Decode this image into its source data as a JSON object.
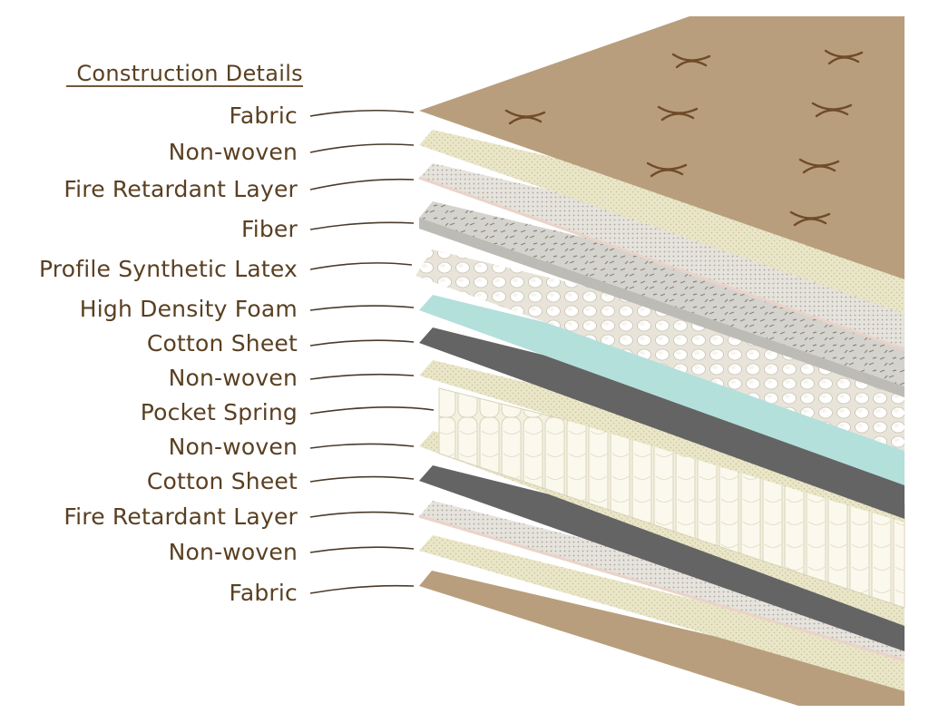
{
  "title": "Construction Details",
  "labels": [
    "Fabric",
    "Non-woven",
    "Fire Retardant Layer",
    "Fiber",
    "Profile Synthetic Latex",
    "High Density Foam",
    "Cotton Sheet",
    "Non-woven",
    "Pocket Spring",
    "Non-woven",
    "Cotton Sheet",
    "Fire Retardant Layer",
    "Non-woven",
    "Fabric"
  ],
  "colors": {
    "text": "#5a4022",
    "fabric": "#b89e7c",
    "nonwoven": "#eae6c8",
    "fire_retardant": "#e6e2dc",
    "fiber": "#d5d3cd",
    "latex": "#e9e4d9",
    "foam": "#b4e0dc",
    "cotton_sheet": "#646464",
    "pocket_spring": "#f4f1e1"
  }
}
